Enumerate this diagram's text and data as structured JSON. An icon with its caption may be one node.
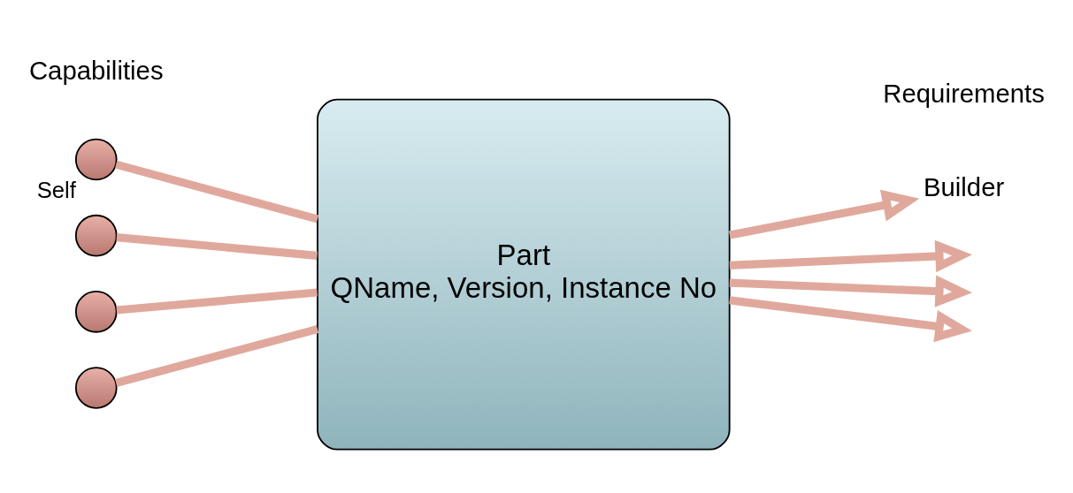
{
  "diagram": {
    "nodes": [
      {
        "text": [
          "Part",
          "QName, Version, Instance No"
        ]
      },
      {
        "text": [],
        "shape": "circle",
        "beside": [
          "Self"
        ]
      },
      {
        "text": [],
        "shape": "circle"
      },
      {
        "text": [],
        "shape": "circle"
      },
      {
        "text": [],
        "shape": "circle"
      },
      {
        "text": [
          "Builder"
        ]
      }
    ],
    "edges": [
      {
        "from": 1,
        "to": 0,
        "arrow": "none"
      },
      {
        "from": 2,
        "to": 0,
        "arrow": "none"
      },
      {
        "from": 3,
        "to": 0,
        "arrow": "none"
      },
      {
        "from": 4,
        "to": 0,
        "arrow": "none"
      },
      {
        "from": 0,
        "to": 5,
        "arrow": "to"
      },
      {
        "from": 0,
        "to": null,
        "arrow": "to"
      },
      {
        "from": 0,
        "to": null,
        "arrow": "to"
      },
      {
        "from": 0,
        "to": null,
        "arrow": "to"
      }
    ],
    "labels": [
      "Capabilities",
      "Requirements"
    ]
  }
}
